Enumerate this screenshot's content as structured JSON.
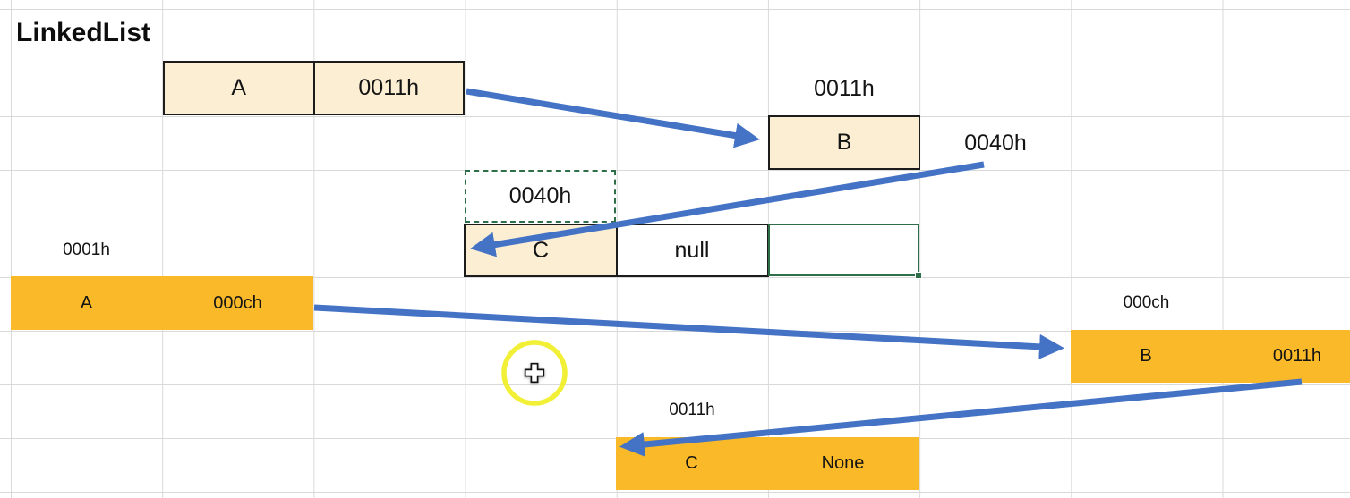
{
  "title": "LinkedList",
  "colors": {
    "arrow_blue": "#4472c4",
    "cream_fill": "#fbeed3",
    "gold_fill": "#f9b928",
    "selection_green": "#2e6e49",
    "gridline_gray": "#d9d9d9",
    "highlight_yellow": "#f0ef25"
  },
  "top_list": {
    "node_a": {
      "cells": [
        "A",
        "0011h"
      ]
    },
    "node_b_address": "0011h",
    "node_b": {
      "value": "B"
    },
    "node_b_next": "0040h",
    "pointer_box": "0040h",
    "node_c": {
      "value": "C",
      "next": "null"
    }
  },
  "bottom_list": {
    "node_a_address": "0001h",
    "node_a": {
      "cells": [
        "A",
        "000ch"
      ]
    },
    "node_b_address": "000ch",
    "node_b": {
      "cells": [
        "B",
        "0011h"
      ]
    },
    "node_c_address": "0011h",
    "node_c": {
      "cells": [
        "C",
        "None"
      ]
    }
  },
  "arrows": [
    {
      "from": "top-node-a-next-0011h",
      "to": "top-node-b"
    },
    {
      "from": "top-node-b-next-0040h",
      "to": "top-node-c"
    },
    {
      "from": "bottom-node-a-next-000ch",
      "to": "bottom-node-b"
    },
    {
      "from": "bottom-node-b-next-0011h",
      "to": "bottom-node-c"
    }
  ],
  "cursor": {
    "icon": "excel-plus-cursor",
    "highlight": "yellow-circle-highlight"
  }
}
